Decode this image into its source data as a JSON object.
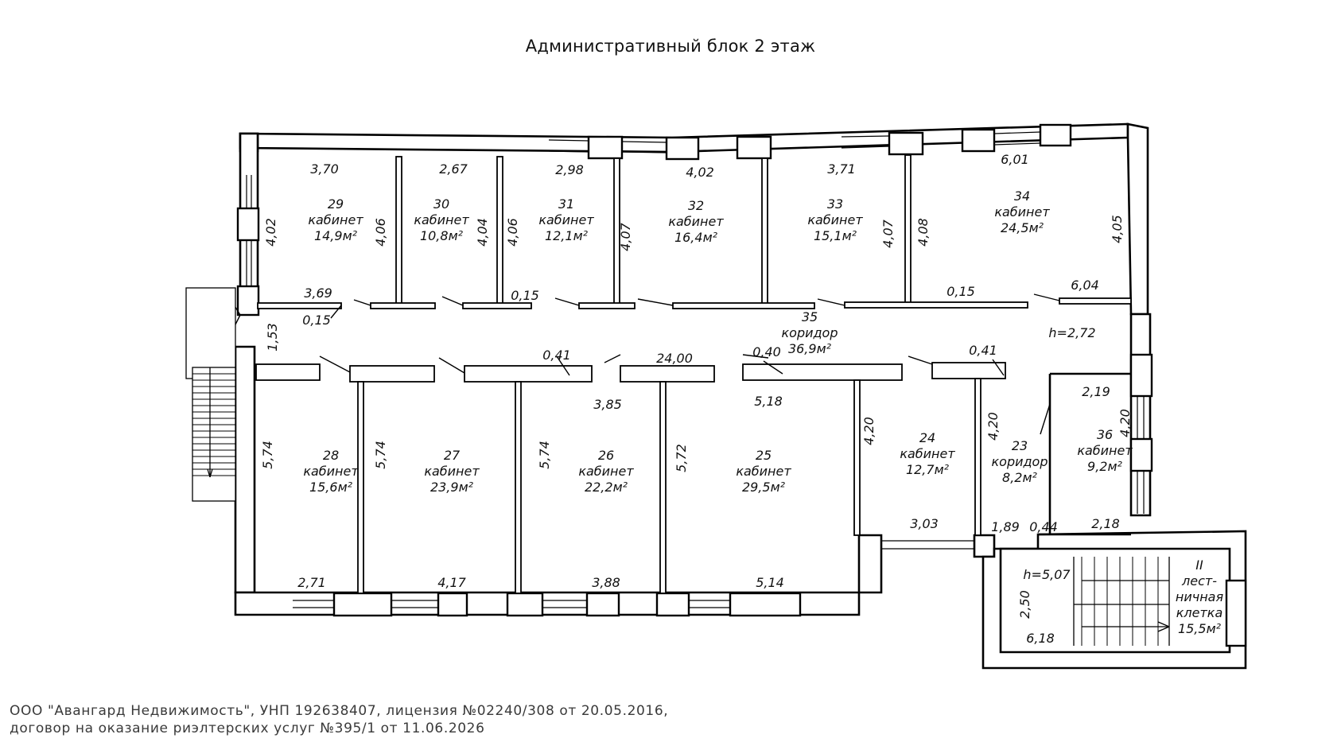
{
  "title": "Административный блок   2 этаж",
  "footer": [
    "ООО \"Авангард Недвижимость\", УНП 192638407, лицензия №02240/308 от 20.05.2016,",
    "договор на оказание риэлтерских услуг №395/1 от 11.06.2026"
  ],
  "rooms": [
    {
      "lines": [
        "29",
        "кабинет",
        "14,9м²"
      ]
    },
    {
      "lines": [
        "30",
        "кабинет",
        "10,8м²"
      ]
    },
    {
      "lines": [
        "31",
        "кабинет",
        "12,1м²"
      ]
    },
    {
      "lines": [
        "32",
        "кабинет",
        "16,4м²"
      ]
    },
    {
      "lines": [
        "33",
        "кабинет",
        "15,1м²"
      ]
    },
    {
      "lines": [
        "34",
        "кабинет",
        "24,5м²"
      ]
    },
    {
      "lines": [
        "35",
        "коридор",
        "36,9м²"
      ]
    },
    {
      "lines": [
        "28",
        "кабинет",
        "15,6м²"
      ]
    },
    {
      "lines": [
        "27",
        "кабинет",
        "23,9м²"
      ]
    },
    {
      "lines": [
        "26",
        "кабинет",
        "22,2м²"
      ]
    },
    {
      "lines": [
        "25",
        "кабинет",
        "29,5м²"
      ]
    },
    {
      "lines": [
        "24",
        "кабинет",
        "12,7м²"
      ]
    },
    {
      "lines": [
        "23",
        "коридор",
        "8,2м²"
      ]
    },
    {
      "lines": [
        "36",
        "кабинет",
        "9,2м²"
      ]
    },
    {
      "lines": [
        "II",
        "лест-",
        "ничная",
        "клетка",
        "15,5м²"
      ]
    }
  ],
  "dims": [
    "3,70",
    "2,67",
    "2,98",
    "4,02",
    "3,71",
    "6,01",
    "4,02",
    "4,06",
    "4,04",
    "4,06",
    "4,07",
    "4,07",
    "4,08",
    "4,05",
    "3,69",
    "0,15",
    "0,15",
    "0,15",
    "6,04",
    "h=2,72",
    "1,53",
    "0,41",
    "24,00",
    "0,40",
    "0,41",
    "3,85",
    "5,18",
    "5,74",
    "5,74",
    "5,74",
    "5,72",
    "4,20",
    "4,20",
    "2,19",
    "4,20",
    "3,03",
    "1,89",
    "0,44",
    "2,18",
    "2,71",
    "4,17",
    "3,88",
    "5,14",
    "h=5,07",
    "2,50",
    "6,18"
  ]
}
